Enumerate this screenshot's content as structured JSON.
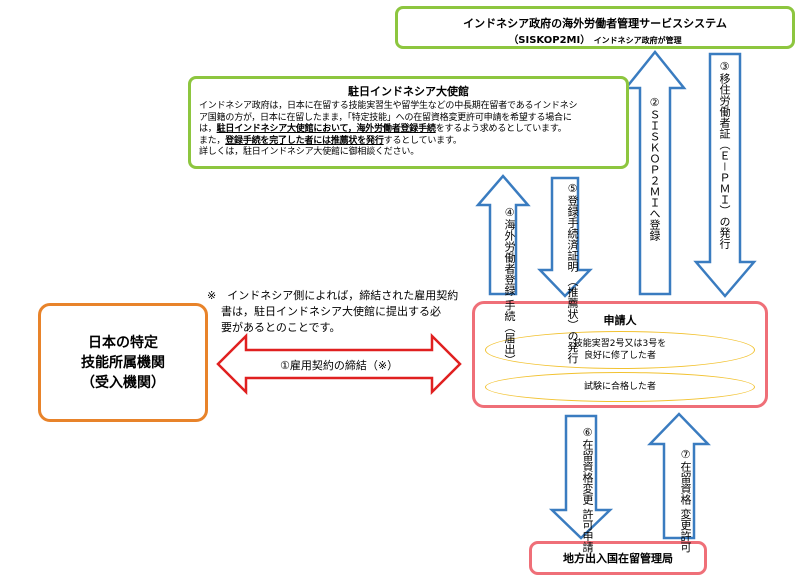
{
  "siskop": {
    "title": "インドネシア政府の海外労働者管理サービスシステム",
    "subtitle": "（SISKOP2MI）",
    "subtitle_note": "インドネシア政府が管理"
  },
  "embassy": {
    "title": "駐日インドネシア大使館",
    "line1": "インドネシア政府は，日本に在留する技能実習生や留学生などの中長期在留者であるインドネシ",
    "line2": "ア国籍の方が，日本に在留したまま，「特定技能」への在留資格変更許可申請を希望する場合に",
    "line3a": "は，",
    "line3b": "駐日インドネシア大使館において，海外労働者登録手続",
    "line3c": "をするよう求めるとしています。",
    "line4a": "また，",
    "line4b": "登録手続を完了した者には推薦状を発行",
    "line4c": "するとしています。",
    "line5": "詳しくは，駐日インドネシア大使館に御相談ください。"
  },
  "employer": {
    "line1": "日本の特定",
    "line2": "技能所属機関",
    "line3": "（受入機関）"
  },
  "applicant": {
    "title": "申請人",
    "option1_line1": "技能実習2号又は3号を",
    "option1_line2": "良好に修了した者",
    "option2": "試験に合格した者"
  },
  "immigration": {
    "label": "地方出入国在留管理局"
  },
  "note": {
    "line1": "※　インドネシア側によれば，締結された雇用契約",
    "line2": "書は，駐日インドネシア大使館に提出する必",
    "line3": "要があるとのことです。"
  },
  "steps": {
    "s1": "①雇用契約の締結（※）",
    "s2": "②ＳＩＳＫＯＰ２ＭＩへ登録",
    "s3": "③移住労働者証（Ｅ－ＰＭＩ）の発行",
    "s4a": "④海外労働者登録",
    "s4b": "手続（届出）",
    "s5a": "⑤登録手続済証明",
    "s5b": "（推薦状）の発行",
    "s6a": "⑥在留資格変更",
    "s6b": "許可申請",
    "s7a": "⑦在留資格",
    "s7b": "変更許可"
  },
  "colors": {
    "green_border": "#8dc63f",
    "orange_border": "#e8832a",
    "pink_border": "#ef6f78",
    "yellow_ellipse": "#f2c230",
    "blue_arrow": "#3a7cc0",
    "red_arrow": "#e02020"
  }
}
